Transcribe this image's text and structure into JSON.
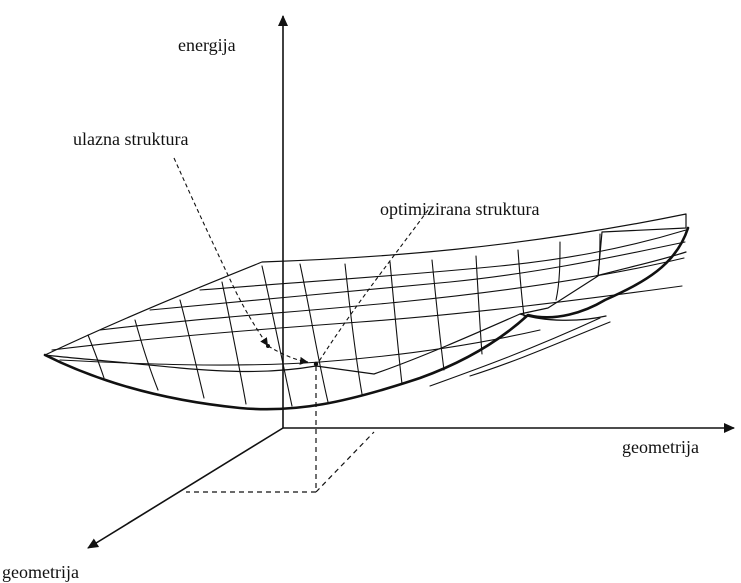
{
  "labels": {
    "energy_axis": "energija",
    "geometry_axis_right": "geometrija",
    "geometry_axis_front": "geometrija",
    "input_structure": "ulazna struktura",
    "optimized_structure": "optimizirana struktura"
  },
  "colors": {
    "ink": "#111111",
    "background": "#ffffff"
  }
}
